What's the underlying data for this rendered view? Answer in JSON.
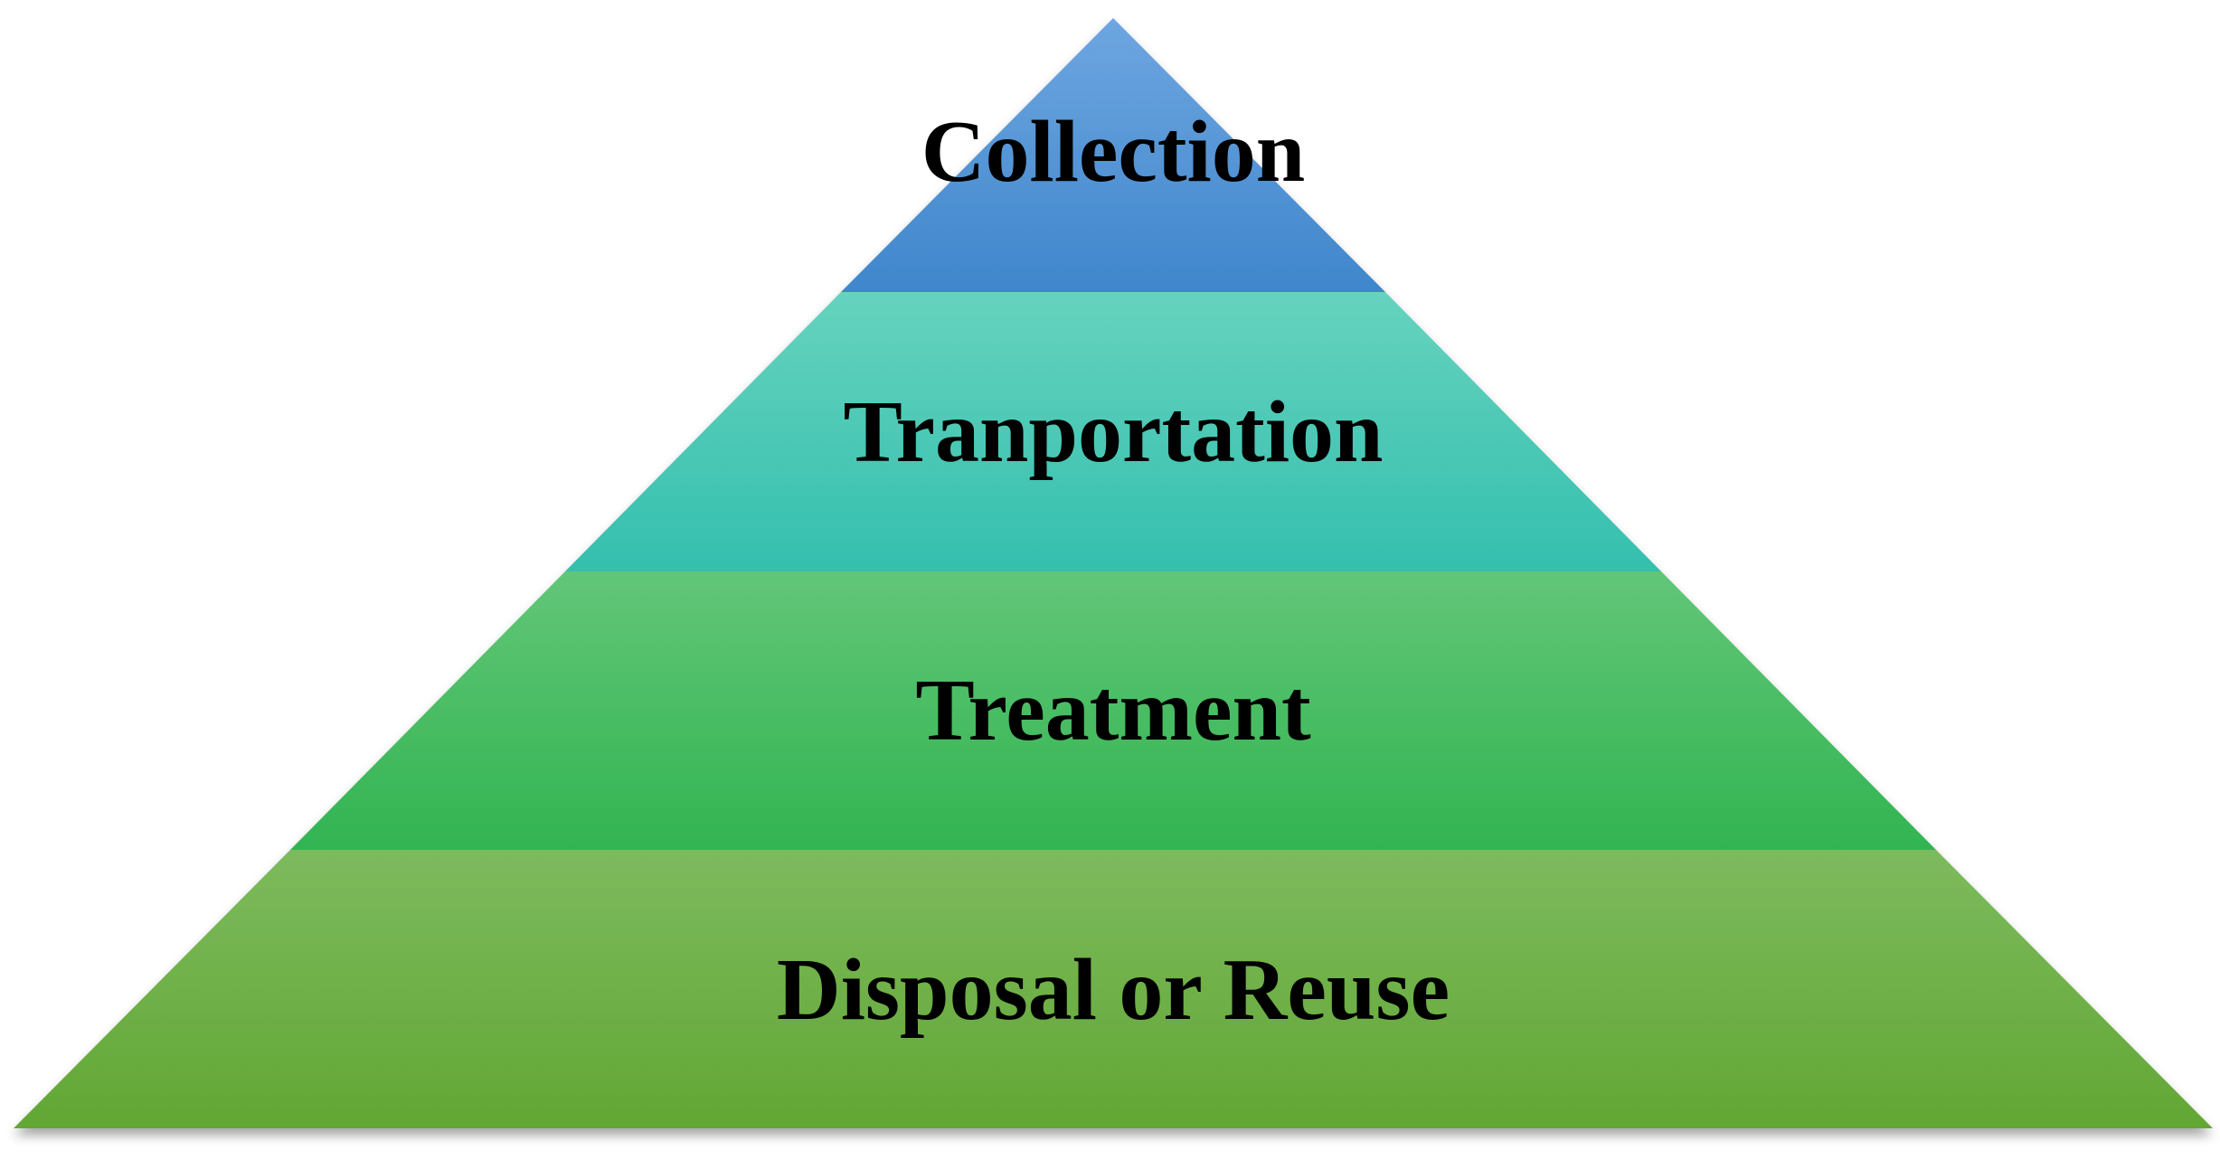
{
  "pyramid": {
    "tiers": [
      {
        "label": "Collection",
        "color_top": "#6ea6e0",
        "color_bottom": "#3f86cc"
      },
      {
        "label": "Tranportation",
        "color_top": "#66d3be",
        "color_bottom": "#34bfae"
      },
      {
        "label": "Treatment",
        "color_top": "#62c678",
        "color_bottom": "#32b451"
      },
      {
        "label": "Disposal or Reuse",
        "color_top": "#7dba5e",
        "color_bottom": "#62a734"
      }
    ]
  }
}
